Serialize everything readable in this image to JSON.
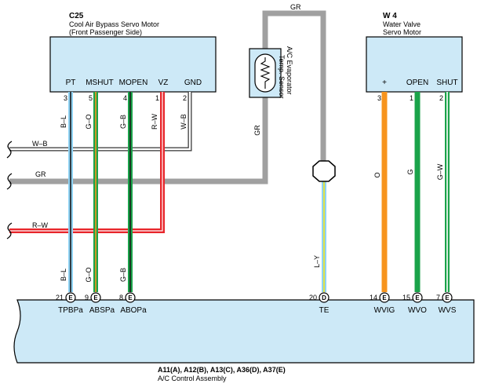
{
  "components": {
    "c25": {
      "code": "C25",
      "name_line1": "Cool Air Bypass Servo Motor",
      "name_line2": "(Front Passenger Side)",
      "pins": [
        {
          "name": "PT",
          "num": "3"
        },
        {
          "name": "MSHUT",
          "num": "5"
        },
        {
          "name": "MOPEN",
          "num": "4"
        },
        {
          "name": "VZ",
          "num": "1"
        },
        {
          "name": "GND",
          "num": "2"
        }
      ]
    },
    "w4": {
      "code": "W 4",
      "name_line1": "Water Valve",
      "name_line2": "Servo Motor",
      "pins": [
        {
          "name": "+",
          "num": "3"
        },
        {
          "name": "OPEN",
          "num": "1"
        },
        {
          "name": "SHUT",
          "num": "2"
        }
      ]
    },
    "sensor": {
      "line1": "A/C Evaporator",
      "line2": "Temp. Sensor"
    },
    "assembly": {
      "connectors": "A11(A), A12(B), A13(C), A36(D), A37(E)",
      "name": "A/C Control Assembly",
      "terminals": [
        {
          "num": "21",
          "letter": "E",
          "name": "TPBPa"
        },
        {
          "num": "9",
          "letter": "E",
          "name": "ABSPa"
        },
        {
          "num": "8",
          "letter": "E",
          "name": "ABOPa"
        },
        {
          "num": "20",
          "letter": "D",
          "name": "TE"
        },
        {
          "num": "14",
          "letter": "E",
          "name": "WVIG"
        },
        {
          "num": "15",
          "letter": "E",
          "name": "WVO"
        },
        {
          "num": "7",
          "letter": "E",
          "name": "WVS"
        }
      ]
    }
  },
  "wire_labels": {
    "pt_top": "B–L",
    "mshut_top": "G–O",
    "mopen_top": "G–B",
    "vz_top": "R–W",
    "gnd_top": "W–B",
    "pt_bottom": "B–L",
    "mshut_bottom": "G–O",
    "mopen_bottom": "G–B",
    "left_wb": "W–B",
    "left_gr": "GR",
    "left_rw": "R–W",
    "gr_top": "GR",
    "gr_vertical": "GR",
    "te": "L–Y",
    "wvig": "O",
    "wvo": "G",
    "wvs": "G–W"
  },
  "colors": {
    "box_fill": "#cde9f7",
    "gray_wire": "#a0a0a0",
    "red_wire": "#e8262b",
    "green_wire": "#1aa34a",
    "orange_wire": "#f7941d",
    "light_blue_wire": "#8fd3f4",
    "blue_wire": "#2a6fd6",
    "yellow_wire": "#f2e31b"
  }
}
